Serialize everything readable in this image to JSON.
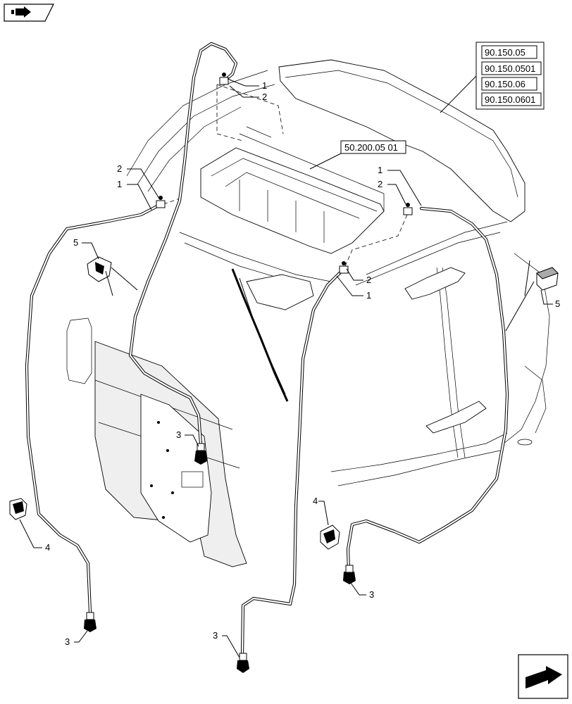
{
  "references": {
    "cab_roof_refs": [
      "90.150.05",
      "90.150.0501",
      "90.150.06",
      "90.150.0601"
    ],
    "heater_box_ref": "50.200.05 01"
  },
  "callouts": {
    "c1_top": "1",
    "c2_top": "2",
    "c2_left": "2",
    "c1_left": "1",
    "c1_right": "1",
    "c2_right": "2",
    "c2_mid": "2",
    "c1_mid": "1",
    "c5_left": "5",
    "c5_right": "5",
    "c3_left_mid": "3",
    "c4_left": "4",
    "c3_left_bottom": "3",
    "c4_mid": "4",
    "c3_mid_right": "3",
    "c3_bottom_center": "3"
  },
  "icons": {
    "top_left_badge": "page-nav-icon",
    "bottom_right_badge": "next-page-arrow-icon"
  }
}
